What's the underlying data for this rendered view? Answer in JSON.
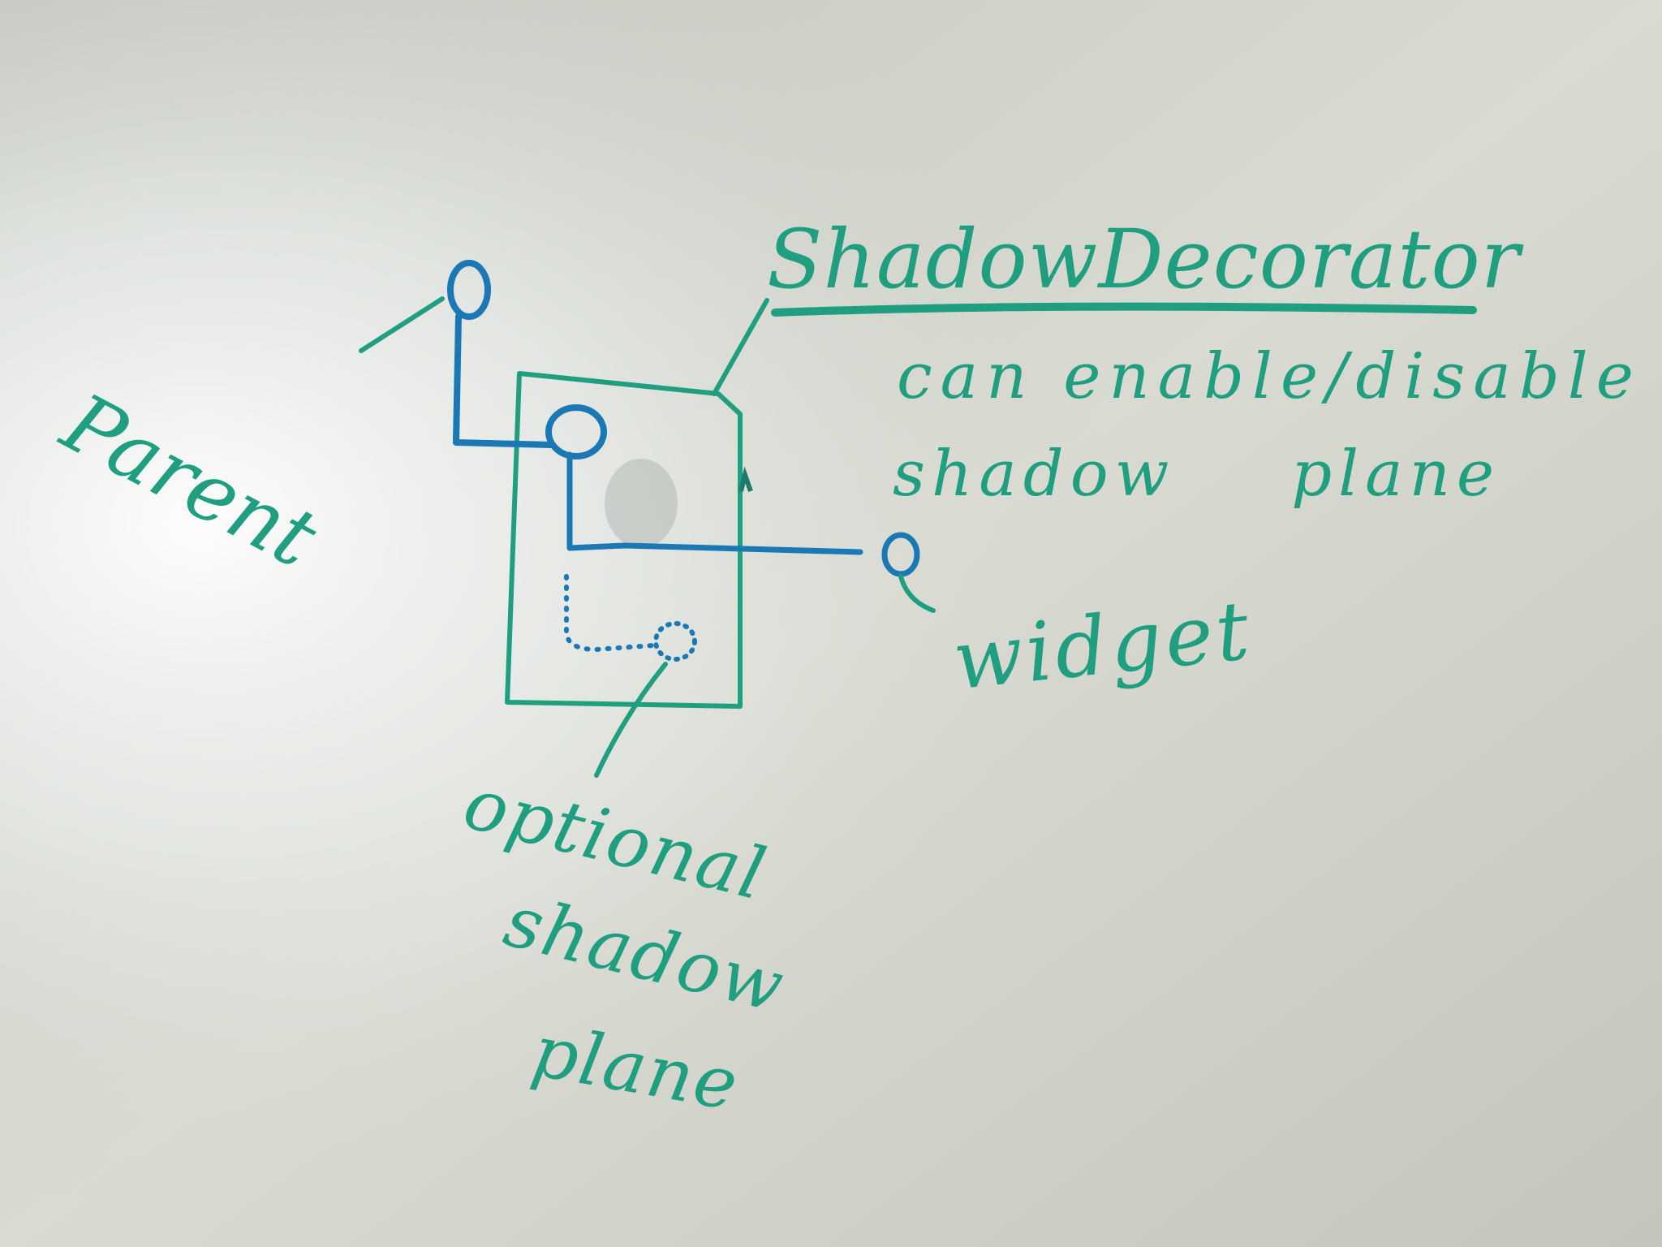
{
  "labels": {
    "title": "ShadowDecorator",
    "note_line_1": "can enable/disable",
    "note_line_2": "shadow plane",
    "parent": "Parent",
    "widget": "widget",
    "optional_line_1": "optional",
    "optional_line_2": "shadow",
    "optional_line_3": "plane"
  },
  "colors": {
    "green_marker": "#1f9f7f",
    "blue_marker": "#1a78b5",
    "board": "#d6d8cf"
  }
}
